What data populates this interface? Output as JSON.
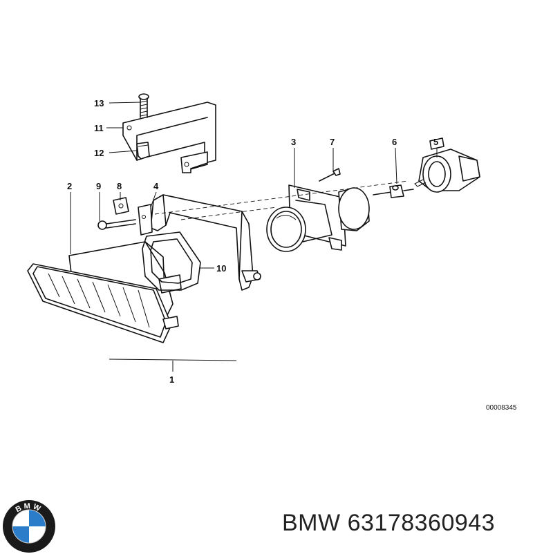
{
  "diagram": {
    "drawing_code": "00008345",
    "callouts": [
      "1",
      "2",
      "3",
      "4",
      "5",
      "6",
      "7",
      "8",
      "9",
      "10",
      "11",
      "12",
      "13"
    ]
  },
  "footer": {
    "brand": "BMW",
    "part_number": "63178360943",
    "logo_letters": "BMW",
    "logo_colors": {
      "ring": "#1a1a1a",
      "blue": "#2b7cc9",
      "white": "#ffffff"
    }
  }
}
